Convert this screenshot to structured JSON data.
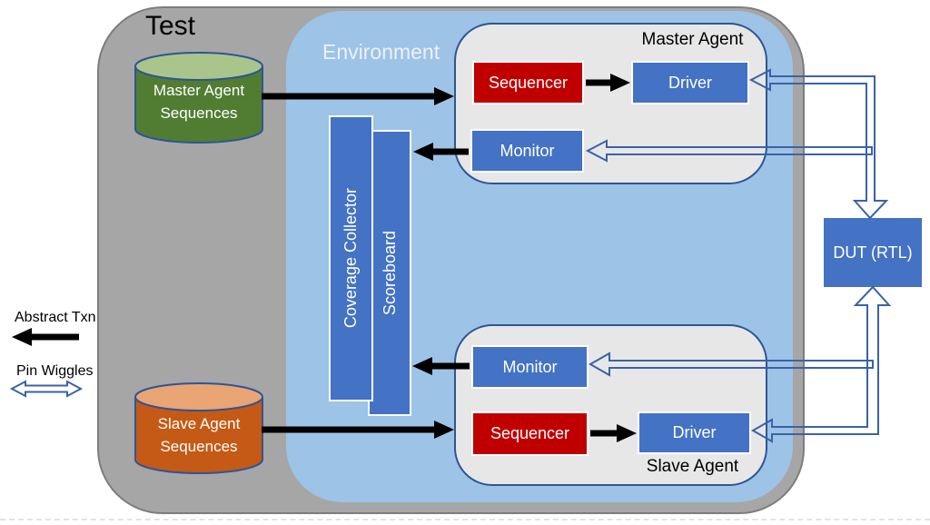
{
  "diagram": {
    "test_label": "Test",
    "environment_label": "Environment",
    "master_agent": {
      "label": "Master Agent",
      "sequencer": "Sequencer",
      "driver": "Driver",
      "monitor": "Monitor"
    },
    "slave_agent": {
      "label": "Slave Agent",
      "sequencer": "Sequencer",
      "driver": "Driver",
      "monitor": "Monitor"
    },
    "coverage_collector": "Coverage Collector",
    "scoreboard": "Scoreboard",
    "dut": "DUT (RTL)",
    "master_sequences": {
      "line1": "Master Agent",
      "line2": "Sequences"
    },
    "slave_sequences": {
      "line1": "Slave Agent",
      "line2": "Sequences"
    },
    "legend": {
      "abstract_txn": "Abstract Txn",
      "pin_wiggles": "Pin Wiggles"
    },
    "colors": {
      "test_gray": "#a6a6a6",
      "test_border": "#7d7d7d",
      "environment_blue": "#9dc3e6",
      "environment_text": "#edf1f9",
      "agent_gray": "#e8e7e7",
      "agent_border": "#2e5693",
      "box_blue": "#4472c4",
      "box_red": "#c00000",
      "cylinder_green": "#517d33",
      "cylinder_green_top": "#a9c58c",
      "cylinder_orange": "#c45a15",
      "cylinder_orange_top": "#e9a573",
      "cylinder_outline": "#2f5496",
      "hollow_arrow": "#3a62a8",
      "black_arrow": "#000000",
      "bottom_line": "#e3e3e3"
    }
  }
}
